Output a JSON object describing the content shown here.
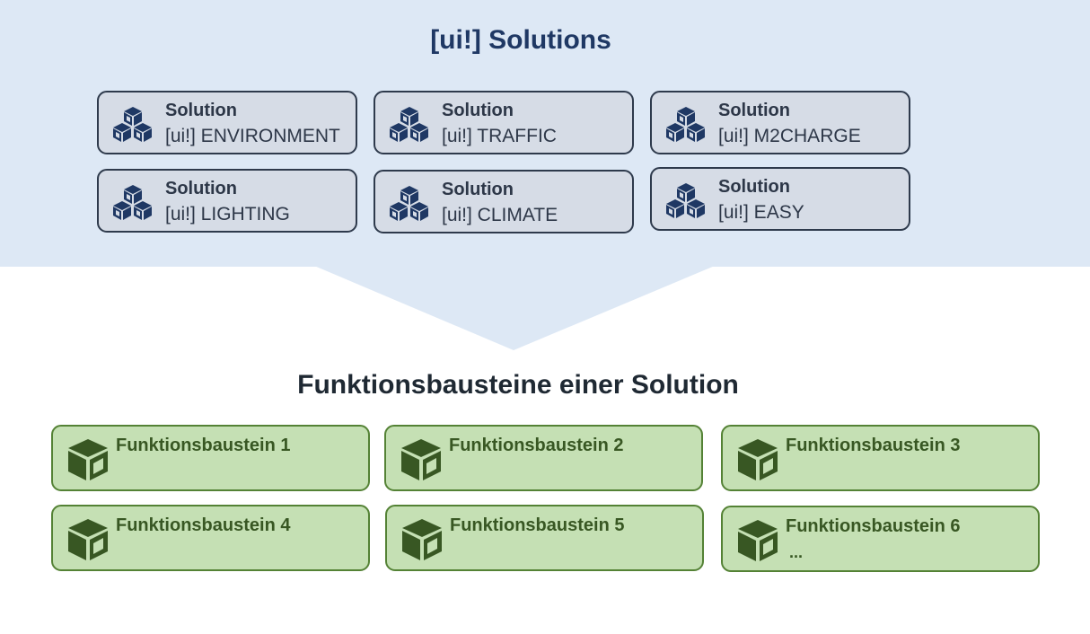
{
  "colors": {
    "band_background": "#dde8f5",
    "solution_fill": "#d6dce6",
    "solution_border": "#2e3a4c",
    "solution_icon": "#1f3864",
    "block_fill": "#c5e0b4",
    "block_border": "#548235",
    "block_icon": "#385723"
  },
  "solutions_section": {
    "title": "[ui!] Solutions",
    "icon": "cubes-icon",
    "items": [
      {
        "label": "Solution",
        "name": "[ui!] ENVIRONMENT"
      },
      {
        "label": "Solution",
        "name": "[ui!] TRAFFIC"
      },
      {
        "label": "Solution",
        "name": "[ui!] M2CHARGE"
      },
      {
        "label": "Solution",
        "name": "[ui!] LIGHTING"
      },
      {
        "label": "Solution",
        "name": "[ui!] CLIMATE"
      },
      {
        "label": "Solution",
        "name": "[ui!] EASY"
      }
    ]
  },
  "blocks_section": {
    "title": "Funktionsbausteine einer Solution",
    "icon": "cube-icon",
    "items": [
      {
        "label": "Funktionsbaustein 1",
        "extra": ""
      },
      {
        "label": "Funktionsbaustein 2",
        "extra": ""
      },
      {
        "label": "Funktionsbaustein 3",
        "extra": ""
      },
      {
        "label": "Funktionsbaustein 4",
        "extra": ""
      },
      {
        "label": "Funktionsbaustein 5",
        "extra": ""
      },
      {
        "label": "Funktionsbaustein 6",
        "extra": "..."
      }
    ]
  }
}
